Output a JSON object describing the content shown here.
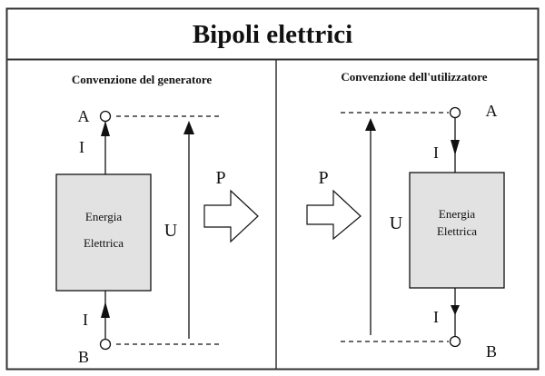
{
  "title": "Bipoli elettrici",
  "colors": {
    "frame": "#333333",
    "box_fill": "#e2e2e2",
    "line": "#111111"
  },
  "left_panel": {
    "heading": "Convenzione del generatore",
    "terminal_top": "A",
    "terminal_bottom": "B",
    "current_top": "I",
    "current_bottom": "I",
    "voltage": "U",
    "power": "P",
    "box_line1": "Energia",
    "box_line2": "Elettrica",
    "current_direction": "up"
  },
  "right_panel": {
    "heading": "Convenzione dell'utilizzatore",
    "terminal_top": "A",
    "terminal_bottom": "B",
    "current_top": "I",
    "current_bottom": "I",
    "voltage": "U",
    "power": "P",
    "box_line1": "Energia",
    "box_line2": "Elettrica",
    "current_direction": "down"
  }
}
